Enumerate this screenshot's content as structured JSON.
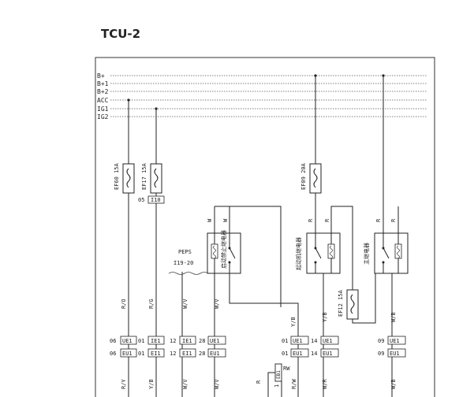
{
  "page_title": "TCU-2",
  "rails": [
    "B+",
    "B+1",
    "B+2",
    "ACC",
    "IG1",
    "IG2"
  ],
  "fuses": [
    {
      "id": "fuse-ef60",
      "label": "EF60 15A"
    },
    {
      "id": "fuse-ef17",
      "label": "EF17 15A"
    },
    {
      "id": "fuse-ef09",
      "label": "EF09 20A"
    },
    {
      "id": "fuse-ef12",
      "label": "EF12 15A"
    }
  ],
  "fuse_connector": {
    "pin": "05",
    "name": "I10"
  },
  "peps": {
    "line1": "PEPS",
    "line2": "I19-20"
  },
  "relays": [
    {
      "id": "relay-1",
      "label": "启动禁止继电器"
    },
    {
      "id": "relay-2",
      "label": "起动机继电器"
    },
    {
      "id": "relay-3",
      "label": "主继电器"
    }
  ],
  "wire_colors": {
    "ef60_lower": "R/O",
    "ef17_lower": "R/G",
    "peps": "W/V",
    "relay1_top_a": "W",
    "relay1_top_b": "W",
    "relay1_lower": "W/V",
    "relay2_top_a": "R",
    "relay2_top_b": "R",
    "relay2_out_a": "Y/B",
    "relay2_out_b": "Y/B",
    "relay3_top_a": "R",
    "relay3_top_b": "R",
    "relay3_lower": "W/B",
    "bottom_1": "R/Y",
    "bottom_2": "Y/B",
    "bottom_3": "W/V",
    "bottom_4": "W/V",
    "bottom_5": "R",
    "bottom_6": "R/W",
    "bottom_7": "W/R",
    "bottom_8": "W/B",
    "resistor_wire": "RW"
  },
  "connectors_upper": [
    {
      "pin": "06",
      "name": "UE1"
    },
    {
      "pin": "01",
      "name": "IE1"
    },
    {
      "pin": "12",
      "name": "IE1"
    },
    {
      "pin": "28",
      "name": "UE1"
    },
    {
      "pin": "01",
      "name": "UE1"
    },
    {
      "pin": "14",
      "name": "UE1"
    },
    {
      "pin": "09",
      "name": "UE1"
    }
  ],
  "connectors_lower": [
    {
      "pin": "06",
      "name": "EU1"
    },
    {
      "pin": "01",
      "name": "EI1"
    },
    {
      "pin": "12",
      "name": "EI1"
    },
    {
      "pin": "28",
      "name": "EU1"
    },
    {
      "pin": "01",
      "name": "EU1"
    },
    {
      "pin": "14",
      "name": "EU1"
    },
    {
      "pin": "09",
      "name": "EU1"
    }
  ],
  "resistor": {
    "label": "EB1",
    "pin": "1"
  }
}
